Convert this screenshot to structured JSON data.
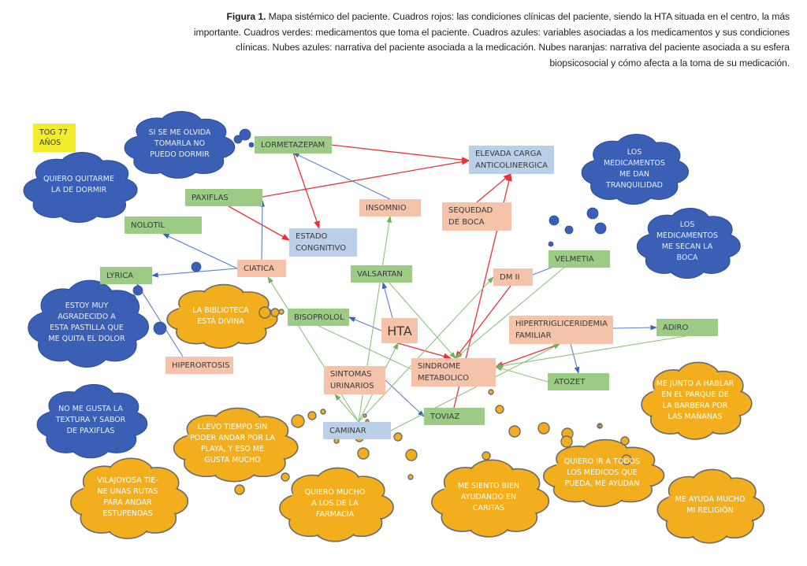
{
  "caption": {
    "label": "Figura 1.",
    "text": " Mapa sistémico del paciente. Cuadros rojos: las condiciones clínicas del paciente, siendo la HTA situada en el centro, la más importante. Cuadros verdes: medicamentos que toma el paciente. Cuadros azules: variables asociadas a los medicamentos y sus condiciones clínicas. Nubes azules: narrativa del paciente asociada a la medicación. Nubes naranjas: narrativa del paciente asociada a su esfera biopsicosocial y cómo afecta a la toma de su medicación."
  },
  "colors": {
    "condition_box": "#f5c3a9",
    "medication_box": "#9bcb84",
    "variable_box": "#b9d0e8",
    "patient_label": "#f1ec2c",
    "medication_cloud": "#3a5fb5",
    "biopsychosocial_cloud": "#f2ae1c",
    "edge_red": "#e8333b",
    "edge_green": "#8cc47a",
    "edge_blue": "#5b7ec9"
  },
  "patient_label": "TOG 77\nAÑOS",
  "conditions": {
    "hta": "HTA",
    "ciatica": "CIATICA",
    "insomnio": "INSOMNIO",
    "sequedad": "SEQUEDAD DE BOCA",
    "dm2": "DM II",
    "hipertrig": "HIPERTRIGLICERIDEMIA FAMILIAR",
    "sindrome": "SINDROME METABOLICO",
    "sintomas": "SINTOMAS URINARIOS",
    "hiperortosis": "HIPERORTOSIS"
  },
  "medications": {
    "lormetazepam": "LORMETAZEPAM",
    "paxiflas": "PAXIFLAS",
    "nolotil": "NOLOTIL",
    "lyrica": "LYRICA",
    "valsartan": "VALSARTAN",
    "bisoprolol": "BISOPROLOL",
    "velmetia": "VELMETIA",
    "adiro": "ADIRO",
    "atozet": "ATOZET",
    "toviaz": "TOVIAZ"
  },
  "variables": {
    "anticolinergica": "ELEVADA CARGA ANTICOLINERGICA",
    "cognitivo": "ESTADO CONGNITIVO",
    "caminar": "CAMINAR"
  },
  "medication_clouds": {
    "olvida": "SI SE ME OLVIDA TOMARLA NO PUEDO DORMIR",
    "quitarme": "QUIERO QUITARME LA DE DORMIR",
    "tranquilidad": "LOS MEDICAMENTOS ME DAN TRANQUILIDAD",
    "secan": "LOS MEDICAMENTOS ME SECAN LA BOCA",
    "agradecido": "ESTOY MUY AGRADECIDO A ESTA PASTILLA QUE ME QUITA EL DOLOR",
    "textura": "NO ME GUSTA LA TEXTURA Y SABOR DE PAXIFLAS"
  },
  "biopsychosocial_clouds": {
    "biblioteca": "LA BIBLIOTECA ESTÁ DIVINA",
    "playa": "LLEVO TIEMPO SIN PODER ANDAR POR LA PLAYA, Y ESO ME GUSTA MUCHO",
    "vilajoyosa": "VILAJOYOSA TIE-NE UNAS RUTAS PARA ANDAR ESTUPENDAS",
    "farmacia": "QUIERO MUCHO A LOS DE LA FARMACIA",
    "caritas": "ME SIENTO BIEN AYUDANDO EN CARITAS",
    "medicos": "QUIERO IR A TODOS LOS MEDICOS QUE PUEDA, ME AYUDAN",
    "parque": "ME JUNTO A HABLAR EN EL PARQUE DE LA BARBERA POR LAS MAÑANAS",
    "religion": "ME AYUDA MUCHO MI RELIGIÓN"
  },
  "edges": [
    {
      "from": "lormetazepam",
      "to": "anticolinergica",
      "color": "red"
    },
    {
      "from": "paxiflas",
      "to": "anticolinergica",
      "color": "red"
    },
    {
      "from": "lormetazepam",
      "to": "cognitivo",
      "color": "red"
    },
    {
      "from": "paxiflas",
      "to": "cognitivo",
      "color": "red"
    },
    {
      "from": "insomnio",
      "to": "lormetazepam",
      "color": "blue"
    },
    {
      "from": "ciatica",
      "to": "paxiflas",
      "color": "blue"
    },
    {
      "from": "ciatica",
      "to": "nolotil",
      "color": "blue"
    },
    {
      "from": "ciatica",
      "to": "lyrica",
      "color": "blue"
    },
    {
      "from": "hiperortosis",
      "to": "lyrica",
      "color": "blue"
    },
    {
      "from": "sequedad",
      "to": "anticolinergica",
      "color": "red"
    },
    {
      "from": "toviaz",
      "to": "anticolinergica",
      "color": "red"
    },
    {
      "from": "hta",
      "to": "valsartan",
      "color": "blue"
    },
    {
      "from": "hta",
      "to": "bisoprolol",
      "color": "blue"
    },
    {
      "from": "hta",
      "to": "sindrome",
      "color": "red"
    },
    {
      "from": "dm2",
      "to": "sindrome",
      "color": "red"
    },
    {
      "from": "hipertrig",
      "to": "sindrome",
      "color": "red"
    },
    {
      "from": "dm2",
      "to": "velmetia",
      "color": "blue"
    },
    {
      "from": "hipertrig",
      "to": "adiro",
      "color": "blue"
    },
    {
      "from": "hipertrig",
      "to": "atozet",
      "color": "blue"
    },
    {
      "from": "sintomas",
      "to": "toviaz",
      "color": "blue"
    },
    {
      "from": "valsartan",
      "to": "sindrome",
      "color": "green"
    },
    {
      "from": "bisoprolol",
      "to": "sindrome",
      "color": "green"
    },
    {
      "from": "velmetia",
      "to": "sindrome",
      "color": "green"
    },
    {
      "from": "adiro",
      "to": "sindrome",
      "color": "green"
    },
    {
      "from": "atozet",
      "to": "sindrome",
      "color": "green"
    },
    {
      "from": "caminar",
      "to": "ciatica",
      "color": "green"
    },
    {
      "from": "caminar",
      "to": "insomnio",
      "color": "green"
    },
    {
      "from": "caminar",
      "to": "hta",
      "color": "green"
    },
    {
      "from": "caminar",
      "to": "dm2",
      "color": "green"
    },
    {
      "from": "caminar",
      "to": "sintomas",
      "color": "green"
    },
    {
      "from": "caminar",
      "to": "hipertrig",
      "color": "green"
    }
  ]
}
